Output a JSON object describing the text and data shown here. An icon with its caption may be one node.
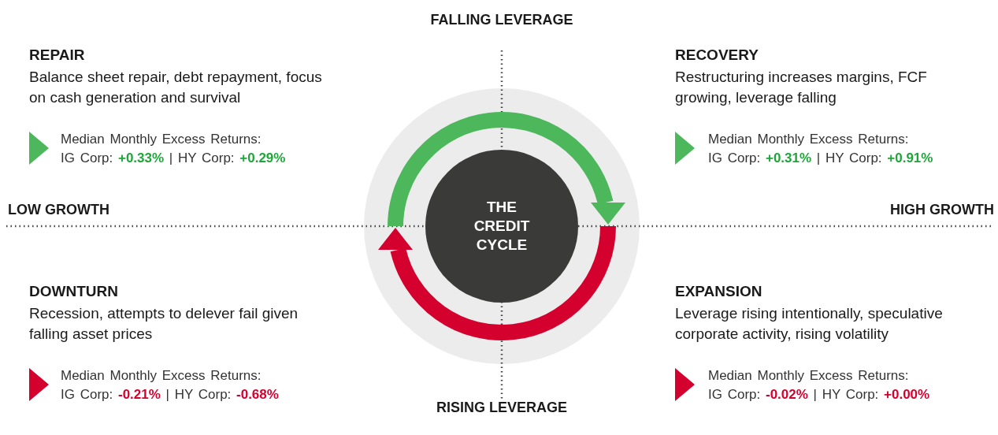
{
  "diagram": {
    "nodes": [
      {
        "text": [
          "THE CREDIT CYCLE"
        ]
      }
    ],
    "labels": [
      "FALLING LEVERAGE",
      "REPAIR",
      "Balance sheet repair, debt repayment, focus on cash generation and survival",
      "Median Monthly Excess Returns:",
      "IG Corp: **+0.33%** | HY Corp: **+0.29%**",
      "RECOVERY",
      "Restructuring increases margins, FCF growing, leverage falling",
      "Median Monthly Excess Returns:",
      "IG Corp: **+0.31%** | HY Corp: **+0.91%**",
      "LOW GROWTH",
      "HIGH GROWTH",
      "DOWNTURN",
      "Recession, attempts to delever fail given falling asset prices",
      "Median Monthly Excess Returns:",
      "IG Corp: **-0.21%** | HY Corp: **-0.68%**",
      "EXPANSION",
      "Leverage rising intentionally, speculative corporate activity, rising volatility",
      "Median Monthly Excess Returns:",
      "IG Corp: **-0.02%** | HY Corp: **+0.00%**",
      "RISING LEVERAGE"
    ]
  }
}
